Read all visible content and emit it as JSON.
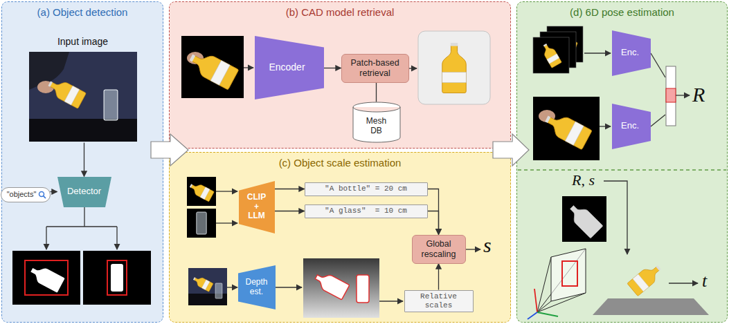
{
  "diagram": {
    "nodes": [
      {
        "text": [
          "(a) Object detection"
        ]
      },
      {
        "text": [
          "Input image"
        ],
        "in": 0
      },
      {
        "text": [
          "\"objects\""
        ],
        "in": 0
      },
      {
        "text": [
          "Detector"
        ],
        "in": 0
      },
      {
        "text": [
          "(b) CAD model retrieval"
        ]
      },
      {
        "text": [
          "Encoder"
        ],
        "in": 4
      },
      {
        "text": [
          "Patch-based retrieval"
        ],
        "in": 4
      },
      {
        "text": [
          "Mesh DB"
        ],
        "in": 4
      },
      {
        "text": [
          "(c) Object scale estimation"
        ]
      },
      {
        "text": [
          "CLIP + LLM"
        ],
        "in": 8
      },
      {
        "text": [
          "\"A bottle\" = 20 cm"
        ],
        "in": 8
      },
      {
        "text": [
          "\"A glass\"  = 10 cm"
        ],
        "in": 8
      },
      {
        "text": [
          "Depth est."
        ],
        "in": 8
      },
      {
        "text": [
          "Relative scales"
        ],
        "in": 8
      },
      {
        "text": [
          "Global rescaling"
        ],
        "in": 8
      },
      {
        "text": [
          "(d) 6D pose estimation"
        ]
      },
      {
        "text": [
          "Enc."
        ],
        "in": 15
      },
      {
        "text": [
          "Enc."
        ],
        "in": 15
      }
    ],
    "edges": [
      {
        "from": 1,
        "to": 3,
        "arrow": "to"
      },
      {
        "from": 2,
        "to": 3,
        "arrow": "to"
      },
      {
        "from": 5,
        "to": 6,
        "arrow": "to"
      },
      {
        "from": 7,
        "to": 6,
        "arrow": "none"
      },
      {
        "from": 9,
        "to": 10,
        "arrow": "to"
      },
      {
        "from": 9,
        "to": 11,
        "arrow": "to"
      },
      {
        "from": 10,
        "to": 14,
        "arrow": "to"
      },
      {
        "from": 11,
        "to": 14,
        "arrow": "to"
      },
      {
        "from": 13,
        "to": 14,
        "arrow": "to"
      }
    ],
    "labels": [
      "s",
      "R",
      "R, s",
      "t"
    ]
  }
}
